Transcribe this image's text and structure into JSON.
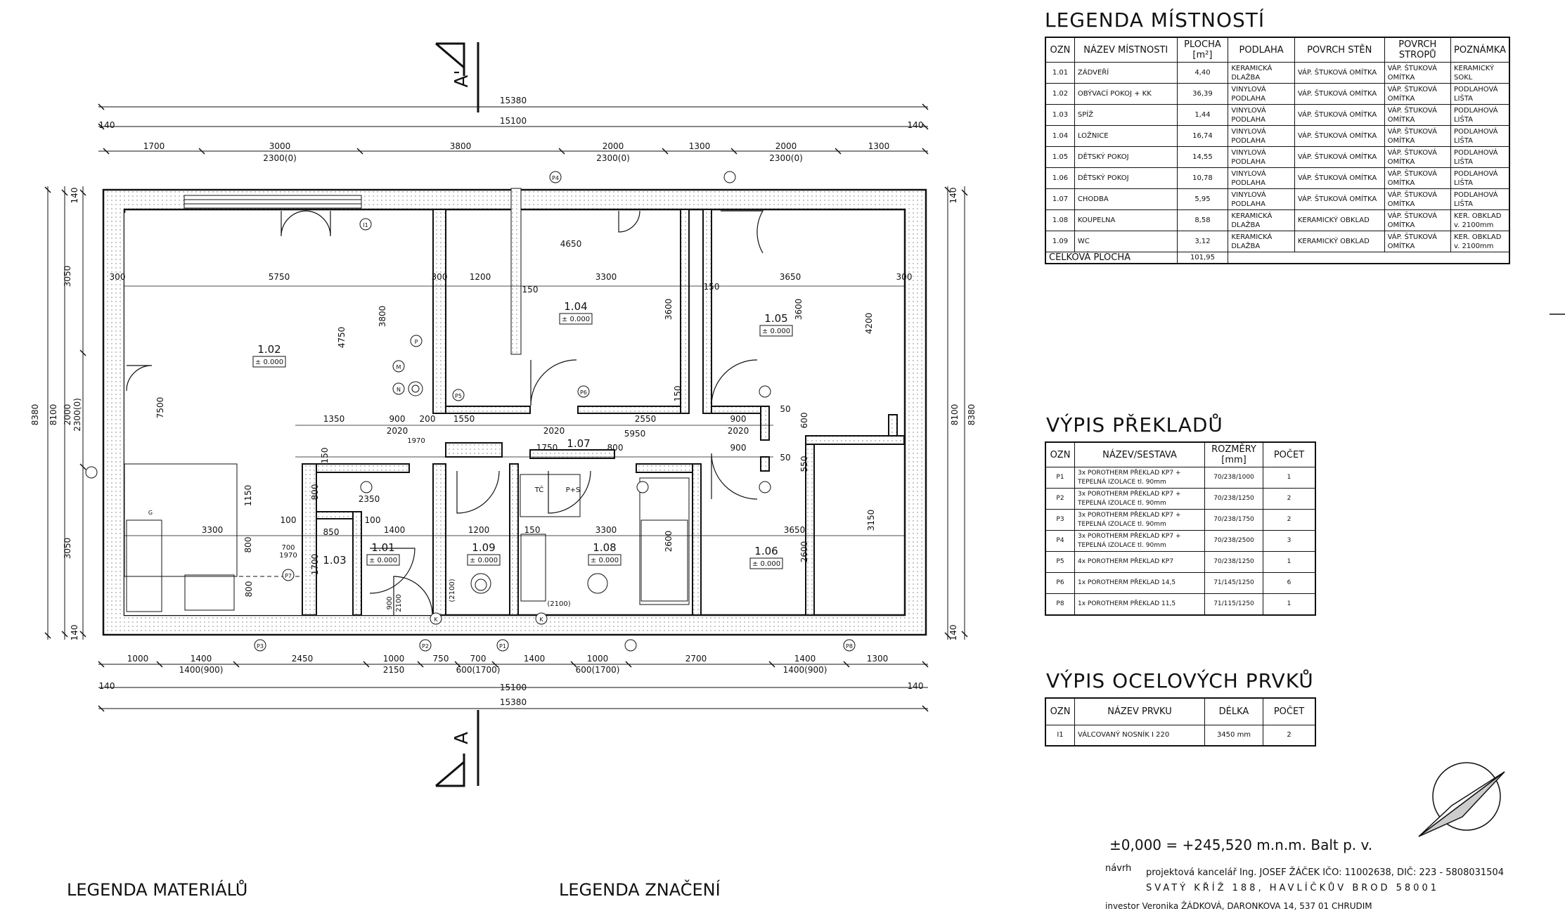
{
  "drawing": {
    "section_mark": "A",
    "section_mark_top": "A'",
    "dims_top": {
      "overall_outer": "15380",
      "overall_inner": "15100",
      "end_left": "140",
      "end_right": "140",
      "chain": [
        "1700",
        "3000",
        "3800",
        "2000",
        "1300",
        "2000",
        "1300"
      ],
      "openings": [
        "2300(0)",
        "2300(0)",
        "2300(0)"
      ]
    },
    "dims_bottom": {
      "overall_outer": "15380",
      "overall_inner": "15100",
      "end_left": "140",
      "end_right": "140",
      "chain": [
        "1000",
        "1400",
        "2450",
        "1000",
        "750",
        "700",
        "1400",
        "1000",
        "2700",
        "1400",
        "1300"
      ],
      "openings": [
        "1400(900)",
        "2150",
        "600(1700)",
        "600(1700)",
        "1400(900)"
      ]
    },
    "dims_left": {
      "outer": "8380",
      "inner": "8100",
      "chain": [
        "140",
        "3050",
        "2000",
        "3050",
        "140"
      ],
      "opening": "2300(0)"
    },
    "dims_right": {
      "outer": "8380",
      "inner": "8100",
      "chain": [
        "140",
        "140"
      ]
    },
    "rooms": [
      {
        "id": "1.01",
        "level": "± 0.000"
      },
      {
        "id": "1.02",
        "level": "± 0.000"
      },
      {
        "id": "1.03",
        "level": ""
      },
      {
        "id": "1.04",
        "level": "± 0.000"
      },
      {
        "id": "1.05",
        "level": "± 0.000"
      },
      {
        "id": "1.06",
        "level": "± 0.000"
      },
      {
        "id": "1.07",
        "level": ""
      },
      {
        "id": "1.08",
        "level": "± 0.000"
      },
      {
        "id": "1.09",
        "level": "± 0.000"
      }
    ],
    "inner_dims": [
      "5750",
      "300",
      "300",
      "1200",
      "3300",
      "3650",
      "300",
      "4650",
      "3800",
      "4750",
      "7500",
      "3600",
      "3600",
      "4200",
      "150",
      "150",
      "1350",
      "900",
      "200",
      "1550",
      "2550",
      "900",
      "50",
      "2020",
      "2020",
      "2020",
      "1750",
      "5950",
      "800",
      "900",
      "600",
      "3300",
      "1400",
      "1200",
      "3300",
      "150",
      "3650",
      "2600",
      "2600",
      "3150",
      "1150",
      "100",
      "100",
      "850",
      "800",
      "800",
      "1700",
      "2350",
      "900",
      "2100",
      "700",
      "1970",
      "800",
      "1970",
      "550",
      "50",
      "150",
      "150",
      "(2100)",
      "(2100)"
    ],
    "markers": [
      "P1",
      "P2",
      "P3",
      "P4",
      "P5",
      "P6",
      "P7",
      "P8",
      "I1",
      "K",
      "K",
      "M",
      "N",
      "P",
      "G",
      "TČ",
      "P+S"
    ]
  },
  "legend_rooms": {
    "title": "LEGENDA MÍSTNOSTÍ",
    "headers": [
      "OZN",
      "NÁZEV MÍSTNOSTI",
      "PLOCHA [m²]",
      "PODLAHA",
      "POVRCH STĚN",
      "POVRCH STROPŮ",
      "POZNÁMKA"
    ],
    "rows": [
      [
        "1.01",
        "ZÁDVEŘÍ",
        "4,40",
        "KERAMICKÁ DLAŽBA",
        "VÁP. ŠTUKOVÁ OMÍTKA",
        "VÁP. ŠTUKOVÁ OMÍTKA",
        "KERAMICKÝ SOKL"
      ],
      [
        "1.02",
        "OBÝVACÍ POKOJ + KK",
        "36,39",
        "VINYLOVÁ PODLAHA",
        "VÁP. ŠTUKOVÁ OMÍTKA",
        "VÁP. ŠTUKOVÁ OMÍTKA",
        "PODLAHOVÁ LIŠTA"
      ],
      [
        "1.03",
        "SPÍŽ",
        "1,44",
        "VINYLOVÁ PODLAHA",
        "VÁP. ŠTUKOVÁ OMÍTKA",
        "VÁP. ŠTUKOVÁ OMÍTKA",
        "PODLAHOVÁ LIŠTA"
      ],
      [
        "1.04",
        "LOŽNICE",
        "16,74",
        "VINYLOVÁ PODLAHA",
        "VÁP. ŠTUKOVÁ OMÍTKA",
        "VÁP. ŠTUKOVÁ OMÍTKA",
        "PODLAHOVÁ LIŠTA"
      ],
      [
        "1.05",
        "DĚTSKÝ POKOJ",
        "14,55",
        "VINYLOVÁ PODLAHA",
        "VÁP. ŠTUKOVÁ OMÍTKA",
        "VÁP. ŠTUKOVÁ OMÍTKA",
        "PODLAHOVÁ LIŠTA"
      ],
      [
        "1.06",
        "DĚTSKÝ POKOJ",
        "10,78",
        "VINYLOVÁ PODLAHA",
        "VÁP. ŠTUKOVÁ OMÍTKA",
        "VÁP. ŠTUKOVÁ OMÍTKA",
        "PODLAHOVÁ LIŠTA"
      ],
      [
        "1.07",
        "CHODBA",
        "5,95",
        "VINYLOVÁ PODLAHA",
        "VÁP. ŠTUKOVÁ OMÍTKA",
        "VÁP. ŠTUKOVÁ OMÍTKA",
        "PODLAHOVÁ LIŠTA"
      ],
      [
        "1.08",
        "KOUPELNA",
        "8,58",
        "KERAMICKÁ DLAŽBA",
        "KERAMICKÝ OBKLAD",
        "VÁP. ŠTUKOVÁ OMÍTKA",
        "KER. OBKLAD v. 2100mm"
      ],
      [
        "1.09",
        "WC",
        "3,12",
        "KERAMICKÁ DLAŽBA",
        "KERAMICKÝ OBKLAD",
        "VÁP. ŠTUKOVÁ OMÍTKA",
        "KER. OBKLAD v. 2100mm"
      ]
    ],
    "total_label": "CELKOVÁ PLOCHA",
    "total_value": "101,95"
  },
  "lintels": {
    "title": "VÝPIS PŘEKLADŮ",
    "headers": [
      "OZN",
      "NÁZEV/SESTAVA",
      "ROZMĚRY [mm]",
      "POČET"
    ],
    "rows": [
      [
        "P1",
        "3x POROTHERM PŘEKLAD KP7 + TEPELNÁ IZOLACE tl. 90mm",
        "70/238/1000",
        "1"
      ],
      [
        "P2",
        "3x POROTHERM PŘEKLAD KP7 + TEPELNÁ IZOLACE tl. 90mm",
        "70/238/1250",
        "2"
      ],
      [
        "P3",
        "3x POROTHERM PŘEKLAD KP7 + TEPELNÁ IZOLACE tl. 90mm",
        "70/238/1750",
        "2"
      ],
      [
        "P4",
        "3x POROTHERM PŘEKLAD KP7 + TEPELNÁ IZOLACE tl. 90mm",
        "70/238/2500",
        "3"
      ],
      [
        "P5",
        "4x POROTHERM PŘEKLAD KP7",
        "70/238/1250",
        "1"
      ],
      [
        "P6",
        "1x POROTHERM PŘEKLAD 14,5",
        "71/145/1250",
        "6"
      ],
      [
        "P8",
        "1x POROTHERM PŘEKLAD 11,5",
        "71/115/1250",
        "1"
      ]
    ]
  },
  "steel": {
    "title": "VÝPIS OCELOVÝCH PRVKŮ",
    "headers": [
      "OZN",
      "NÁZEV PRVKU",
      "DÉLKA",
      "POČET"
    ],
    "rows": [
      [
        "I1",
        "VÁLCOVANÝ NOSNÍK I 220",
        "3450 mm",
        "2"
      ]
    ]
  },
  "elevation": "±0,000 = +245,520 m.n.m. Balt p. v.",
  "title_block": {
    "navrh_label": "návrh",
    "navrh_line1": "projektová kancelář Ing. JOSEF ŽÁČEK IČO: 11002638, DIČ: 223 - 5808031504",
    "navrh_line2": "SVATÝ KŘÍŽ 188, HAVLÍČKŮV BROD 58001",
    "investor": "investor    Veronika ŽÁDKOVÁ, DARONKOVA 14, 537 01 CHRUDIM"
  },
  "legend_materials": "LEGENDA MATERIÁLŮ",
  "legend_marks": "LEGENDA ZNAČENÍ"
}
